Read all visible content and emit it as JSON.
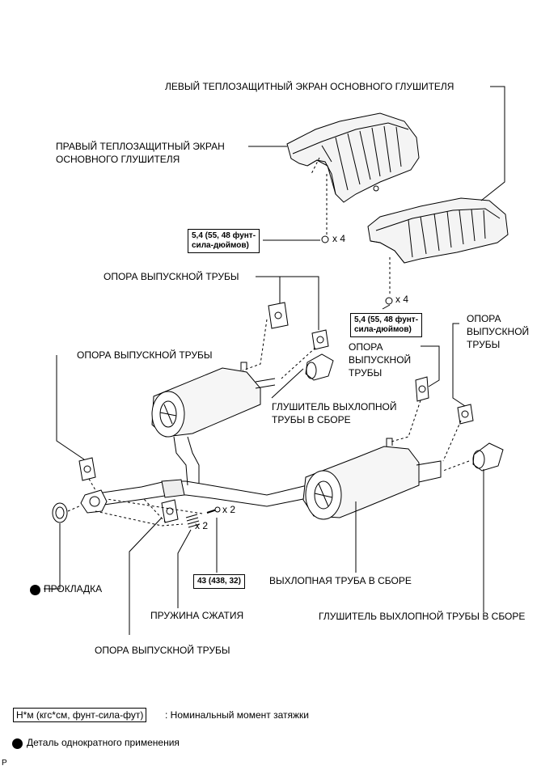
{
  "labels": {
    "left_heat_shield": "ЛЕВЫЙ ТЕПЛОЗАЩИТНЫЙ ЭКРАН ОСНОВНОГО ГЛУШИТЕЛЯ",
    "right_heat_shield_1": "ПРАВЫЙ ТЕПЛОЗАЩИТНЫЙ ЭКРАН",
    "right_heat_shield_2": "ОСНОВНОГО ГЛУШИТЕЛЯ",
    "exhaust_support_top": "ОПОРА ВЫПУСКНОЙ ТРУБЫ",
    "exhaust_support_left": "ОПОРА ВЫПУСКНОЙ ТРУБЫ",
    "exhaust_support_mid_1": "ОПОРА",
    "exhaust_support_mid_2": "ВЫПУСКНОЙ",
    "exhaust_support_mid_3": "ТРУБЫ",
    "exhaust_support_right_1": "ОПОРА",
    "exhaust_support_right_2": "ВЫПУСКНОЙ",
    "exhaust_support_right_3": "ТРУБЫ",
    "tail_pipe_left_1": "ГЛУШИТЕЛЬ ВЫХЛОПНОЙ",
    "tail_pipe_left_2": "ТРУБЫ В СБОРЕ",
    "exhaust_pipe_assy": "ВЫХЛОПНАЯ ТРУБА В СБОРЕ",
    "gasket": "ПРОКЛАДКА",
    "compression_spring": "ПРУЖИНА СЖАТИЯ",
    "tail_pipe_right": "ГЛУШИТЕЛЬ ВЫХЛОПНОЙ ТРУБЫ В СБОРЕ",
    "exhaust_support_bottom": "ОПОРА ВЫПУСКНОЙ ТРУБЫ"
  },
  "torque": {
    "shield_left_1": "5,4 (55, 48 фунт-",
    "shield_left_2": "сила-дюймов)",
    "shield_right_1": "5,4 (55, 48 фунт-",
    "shield_right_2": "сила-дюймов)",
    "flange": "43 (438, 32)"
  },
  "quantities": {
    "shield_left_nuts": "x 4",
    "shield_right_nuts": "x 4",
    "flange_bolts": "x 2",
    "springs": "x 2"
  },
  "legend": {
    "torque_unit": "Н*м (кгс*см, фунт-сила-фут)",
    "torque_desc": ": Номинальный момент затяжки",
    "non_reusable": "Деталь однократного применения"
  },
  "corner_mark": "P"
}
